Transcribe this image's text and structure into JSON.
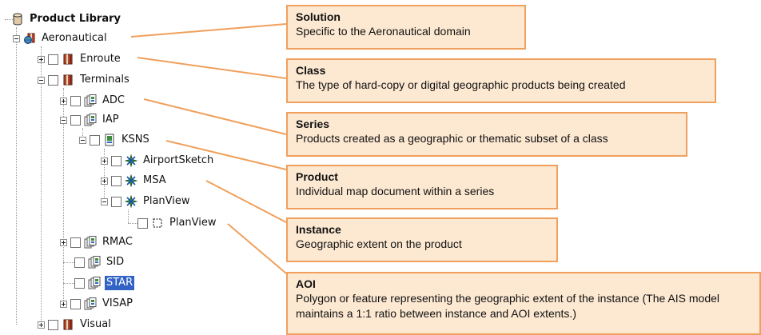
{
  "tree": {
    "root": {
      "label": "Product Library",
      "icon": "database-icon"
    },
    "solution": {
      "label": "Aeronautical",
      "icon": "globe-book-icon"
    },
    "classes": {
      "enroute": {
        "label": "Enroute",
        "icon": "book-icon"
      },
      "terminals": {
        "label": "Terminals",
        "icon": "book-icon"
      },
      "visual": {
        "label": "Visual",
        "icon": "book-icon"
      }
    },
    "series": {
      "adc": {
        "label": "ADC",
        "icon": "map-sheets-icon"
      },
      "iap": {
        "label": "IAP",
        "icon": "map-sheets-icon"
      },
      "rmac": {
        "label": "RMAC",
        "icon": "map-sheets-icon"
      },
      "sid": {
        "label": "SID",
        "icon": "map-sheets-icon"
      },
      "star": {
        "label": "STAR",
        "icon": "map-sheets-icon",
        "selected": true
      },
      "visap": {
        "label": "VISAP",
        "icon": "map-sheets-icon"
      }
    },
    "product": {
      "label": "KSNS",
      "icon": "map-document-icon"
    },
    "instances": {
      "airportsketch": {
        "label": "AirportSketch",
        "icon": "instance-star-icon"
      },
      "msa": {
        "label": "MSA",
        "icon": "instance-star-icon"
      },
      "planview": {
        "label": "PlanView",
        "icon": "instance-star-icon"
      }
    },
    "aoi": {
      "label": "PlanView",
      "icon": "aoi-dashed-square-icon"
    }
  },
  "callouts": [
    {
      "key": "solution",
      "title": "Solution",
      "desc": "Specific to the Aeronautical domain"
    },
    {
      "key": "class",
      "title": "Class",
      "desc": "The type of hard-copy or digital geographic products being created"
    },
    {
      "key": "series",
      "title": "Series",
      "desc": "Products created as a geographic or thematic subset of a class"
    },
    {
      "key": "product",
      "title": "Product",
      "desc": "Individual map document within a series"
    },
    {
      "key": "instance",
      "title": "Instance",
      "desc": "Geographic extent on the product"
    },
    {
      "key": "aoi",
      "title": "AOI",
      "desc": "Polygon or feature representing the geographic extent of the instance (The AIS model maintains a 1:1 ratio between instance and AOI extents.)"
    }
  ],
  "colors": {
    "callout_fill": "#fde9d2",
    "callout_border": "#f0a05c",
    "connector": "#f0a05c",
    "selection": "#3163c5"
  }
}
